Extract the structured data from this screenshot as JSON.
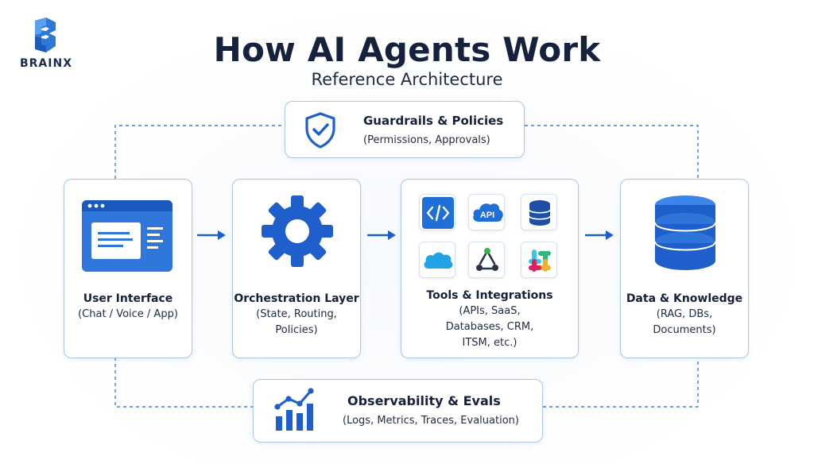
{
  "brand": {
    "name": "BRAINX"
  },
  "header": {
    "title": "How AI Agents Work",
    "subtitle": "Reference Architecture"
  },
  "guardrails": {
    "title": "Guardrails & Policies",
    "subtitle": "(Permissions, Approvals)",
    "icon": "shield-check-icon"
  },
  "observability": {
    "title": "Observability & Evals",
    "subtitle": "(Logs, Metrics, Traces, Evaluation)",
    "icon": "bar-chart-trend-icon"
  },
  "stages": [
    {
      "label": "User Interface",
      "lines": [
        "(Chat / Voice / App)"
      ],
      "icon": "app-window-icon"
    },
    {
      "label": "Orchestration Layer",
      "lines": [
        "(State, Routing,",
        "Policies)"
      ],
      "icon": "gear-icon"
    },
    {
      "label": "Tools & Integrations",
      "lines": [
        "(APIs, SaaS,",
        "Databases, CRM,",
        "ITSM, etc.)"
      ],
      "icon": "tool-grid-icon",
      "tiles": [
        {
          "icon": "code-icon",
          "text": "</>"
        },
        {
          "icon": "api-cloud-icon",
          "text": "API"
        },
        {
          "icon": "database-icon",
          "text": ""
        },
        {
          "icon": "cloud-saas-icon",
          "text": ""
        },
        {
          "icon": "webhook-icon",
          "text": ""
        },
        {
          "icon": "slack-icon",
          "text": ""
        }
      ]
    },
    {
      "label": "Data & Knowledge",
      "lines": [
        "(RAG, DBs,",
        "Documents)"
      ],
      "icon": "database-stack-icon"
    }
  ],
  "colors": {
    "primary": "#1f5fcc",
    "primary_light": "#3b82e6",
    "border": "#a9c6ec",
    "text": "#16213d"
  }
}
